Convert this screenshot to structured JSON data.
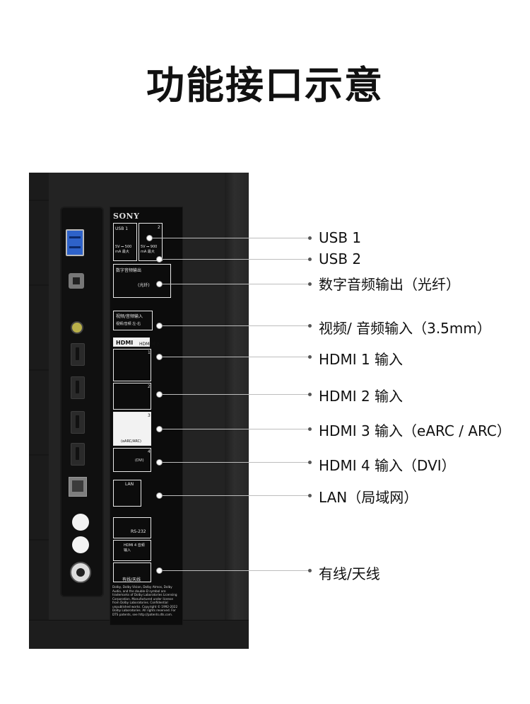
{
  "title": "功能接口示意",
  "panel": {
    "brand": "SONY",
    "usb1_badge": "USB 1",
    "usb2_badge": "2",
    "usb1_power": "5V ⎓ 500 mA 最大",
    "usb2_power": "5V ⎓ 900 mA 最大",
    "optical_label": "数字音频输出",
    "optical_sub": "(光纤)",
    "av_label": "视频/音频输入",
    "av_sub": "视频/音频 左-右",
    "hdmi_header": "HDMI 输入",
    "hdmi_logo": "HDMI",
    "hdmi_nums": [
      "1",
      "2",
      "3",
      "4"
    ],
    "hdmi3_sub": "(eARC/ARC)",
    "hdmi4_sub": "(DVI)",
    "lan_label": "LAN",
    "rs232_label": "RS-232",
    "hdmi4_audio": "HDMI 4 音频 输入",
    "antenna_label": "有线/天线",
    "fine_print": "Dolby, Dolby Vision, Dolby Atmos, Dolby Audio, and the double-D symbol are trademarks of Dolby Laboratories Licensing Corporation. Manufactured under license from Dolby Laboratories. Confidential unpublished works. Copyright © 1992-2022 Dolby Laboratories. All rights reserved. For DTS patents, see http://patents.dts.com."
  },
  "callouts": [
    {
      "label": "USB 1"
    },
    {
      "label": "USB 2"
    },
    {
      "label": "数字音频输出（光纤）"
    },
    {
      "label": "视频/ 音频输入（3.5mm）"
    },
    {
      "label": "HDMI 1 输入"
    },
    {
      "label": "HDMI 2 输入"
    },
    {
      "label": "HDMI 3 输入（eARC / ARC）"
    },
    {
      "label": "HDMI 4 输入（DVI）"
    },
    {
      "label": "LAN（局域网）"
    },
    {
      "label": "有线/天线"
    }
  ]
}
